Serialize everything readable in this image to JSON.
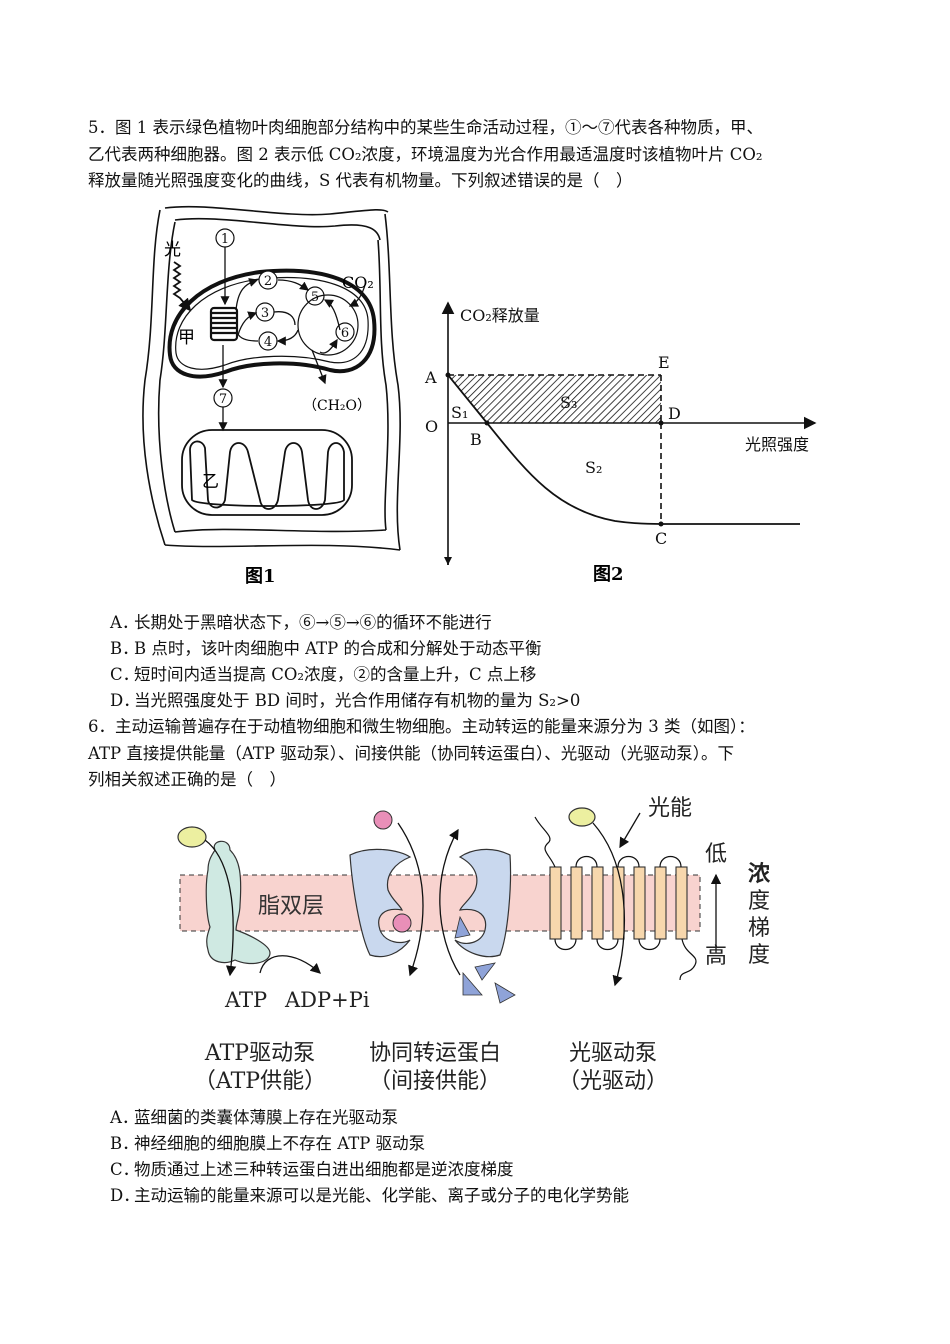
{
  "questions": [
    {
      "number": "5",
      "stem_lines": [
        "5．图 1 表示绿色植物叶肉细胞部分结构中的某些生命活动过程，①～⑦代表各种物质，甲、",
        "乙代表两种细胞器。图 2 表示低 CO₂浓度，环境温度为光合作用最适温度时该植物叶片 CO₂",
        "释放量随光照强度变化的曲线，S 代表有机物量。下列叙述错误的是（　）"
      ],
      "figure1": {
        "caption": "图1",
        "labels": {
          "light": "光",
          "organelle_a": "甲",
          "organelle_b": "乙",
          "co2": "CO₂",
          "product": "（CH₂O）",
          "n1": "1",
          "n2": "2",
          "n3": "3",
          "n4": "4",
          "n5": "5",
          "n6": "6",
          "n7": "7"
        }
      },
      "figure2": {
        "caption": "图2",
        "y_axis_label": "CO₂释放量",
        "x_axis_label": "光照强度",
        "points": {
          "O": "O",
          "A": "A",
          "B": "B",
          "C": "C",
          "D": "D",
          "E": "E"
        },
        "areas": {
          "S1": "S₁",
          "S2": "S₂",
          "S3": "S₃"
        }
      },
      "options": [
        {
          "letter": "A．",
          "text": "长期处于黑暗状态下，⑥→⑤→⑥的循环不能进行"
        },
        {
          "letter": "B．",
          "text": "B 点时，该叶肉细胞中 ATP 的合成和分解处于动态平衡"
        },
        {
          "letter": "C．",
          "text": "短时间内适当提高 CO₂浓度，②的含量上升，C 点上移"
        },
        {
          "letter": "D．",
          "text": "当光照强度处于 BD 间时，光合作用储存有机物的量为 S₂>0"
        }
      ]
    },
    {
      "number": "6",
      "stem_lines": [
        "6．主动运输普遍存在于动植物细胞和微生物细胞。主动转运的能量来源分为 3 类（如图）：",
        "ATP 直接提供能量（ATP 驱动泵）、间接供能（协同转运蛋白）、光驱动（光驱动泵）。下",
        "列相关叙述正确的是（　）"
      ],
      "figure": {
        "membrane_label": "脂双层",
        "atp": "ATP",
        "adp": "ADP+Pi",
        "light_energy": "光能",
        "low": "低",
        "high": "高",
        "gradient": [
          "浓",
          "度",
          "梯",
          "度"
        ],
        "pumps": [
          {
            "name": "ATP驱动泵",
            "sub": "（ATP供能）"
          },
          {
            "name": "协同转运蛋白",
            "sub": "（间接供能）"
          },
          {
            "name": "光驱动泵",
            "sub": "（光驱动）"
          }
        ],
        "colors": {
          "membrane": "#f8d3cf",
          "atp_pump": "#cfe9e2",
          "cotransporter": "#c9d8ee",
          "light_pump": "#f7d7ad",
          "pink_solute": "#e98fb8",
          "yellow_solute": "#ecefa0",
          "triangle": "#8fa3d8"
        }
      },
      "options": [
        {
          "letter": "A．",
          "text": "蓝细菌的类囊体薄膜上存在光驱动泵"
        },
        {
          "letter": "B．",
          "text": "神经细胞的细胞膜上不存在 ATP 驱动泵"
        },
        {
          "letter": "C．",
          "text": "物质通过上述三种转运蛋白进出细胞都是逆浓度梯度"
        },
        {
          "letter": "D．",
          "text": "主动运输的能量来源可以是光能、化学能、离子或分子的电化学势能"
        }
      ]
    }
  ]
}
